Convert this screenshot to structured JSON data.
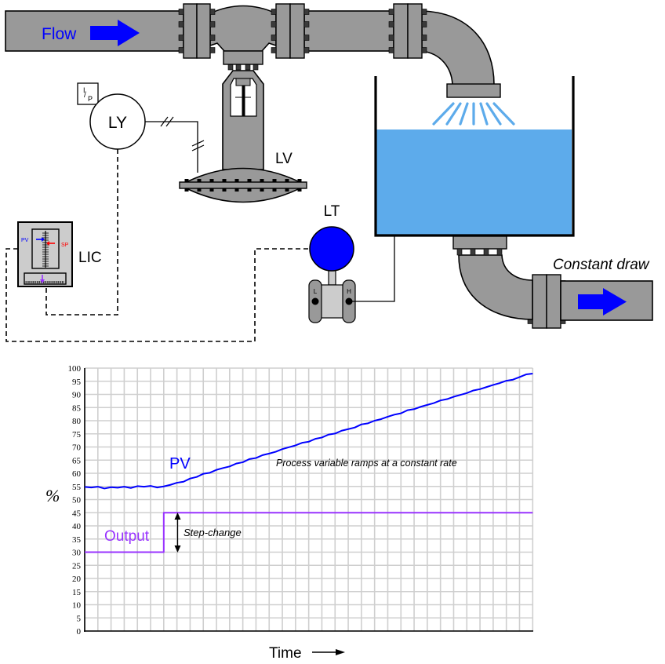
{
  "diagram": {
    "flow_label": "Flow",
    "ip_top": "I",
    "ip_slash": "/",
    "ip_bottom": "P",
    "ly_label": "LY",
    "lv_label": "LV",
    "lt_label": "LT",
    "lt_low_port": "L",
    "lt_high_port": "H",
    "lic_label": "LIC",
    "lic_pv": "PV",
    "lic_sp": "SP",
    "constant_draw_label": "Constant draw",
    "colors": {
      "pipe": "#999999",
      "water": "#5DABEB",
      "flow_arrow": "#0000FF",
      "transmitter": "#0000FF",
      "pv": "#0000FF",
      "sp": "#FF0000",
      "output": "#9933FF",
      "faceplate": "#CCCCCC"
    }
  },
  "chart_data": {
    "type": "line",
    "title": "",
    "xlabel": "Time",
    "ylabel": "%",
    "xlim": [
      0,
      34
    ],
    "ylim": [
      0,
      100
    ],
    "grid": true,
    "yticks": [
      "0",
      "5",
      "10",
      "15",
      "20",
      "25",
      "30",
      "35",
      "40",
      "45",
      "50",
      "55",
      "60",
      "65",
      "70",
      "75",
      "80",
      "85",
      "90",
      "95",
      "100"
    ],
    "series": [
      {
        "name": "PV",
        "color": "#0000FF",
        "x": [
          0,
          0.5,
          1,
          1.5,
          2,
          2.5,
          3,
          3.5,
          4,
          4.5,
          5,
          5.5,
          6,
          6.5,
          7,
          7.5,
          8,
          8.5,
          9,
          9.5,
          10,
          10.5,
          11,
          11.5,
          12,
          12.5,
          13,
          13.5,
          14,
          14.5,
          15,
          15.5,
          16,
          16.5,
          17,
          17.5,
          18,
          18.5,
          19,
          19.5,
          20,
          20.5,
          21,
          21.5,
          22,
          22.5,
          23,
          23.5,
          24,
          24.5,
          25,
          25.5,
          26,
          26.5,
          27,
          27.5,
          28,
          28.5,
          29,
          29.5,
          30,
          30.5,
          31,
          31.5,
          32,
          32.5,
          33,
          33.5,
          34
        ],
        "values": [
          54.8,
          54.6,
          54.9,
          54.2,
          54.7,
          54.5,
          54.9,
          54.4,
          55.1,
          54.9,
          55.2,
          54.6,
          55.0,
          55.6,
          56.4,
          56.8,
          58.0,
          58.6,
          59.8,
          60.2,
          61.3,
          62.0,
          62.6,
          63.7,
          64.2,
          65.4,
          65.8,
          66.9,
          67.5,
          68.2,
          69.2,
          69.9,
          70.6,
          71.6,
          72.0,
          73.1,
          73.6,
          74.7,
          75.1,
          76.2,
          76.8,
          77.4,
          78.6,
          79.0,
          80.0,
          80.6,
          81.5,
          82.3,
          82.8,
          84.0,
          84.4,
          85.3,
          86.0,
          86.7,
          87.7,
          88.2,
          89.1,
          89.8,
          90.5,
          91.5,
          92.0,
          92.8,
          93.6,
          94.3,
          95.2,
          95.6,
          96.6,
          97.6,
          97.9
        ]
      },
      {
        "name": "Output",
        "color": "#9933FF",
        "x": [
          0,
          6,
          6,
          34
        ],
        "values": [
          30,
          30,
          45,
          45
        ]
      }
    ],
    "annotations": {
      "pv_label": "PV",
      "output_label": "Output",
      "ramp_note": "Process variable ramps at a constant rate",
      "step_note": "Step-change"
    }
  }
}
